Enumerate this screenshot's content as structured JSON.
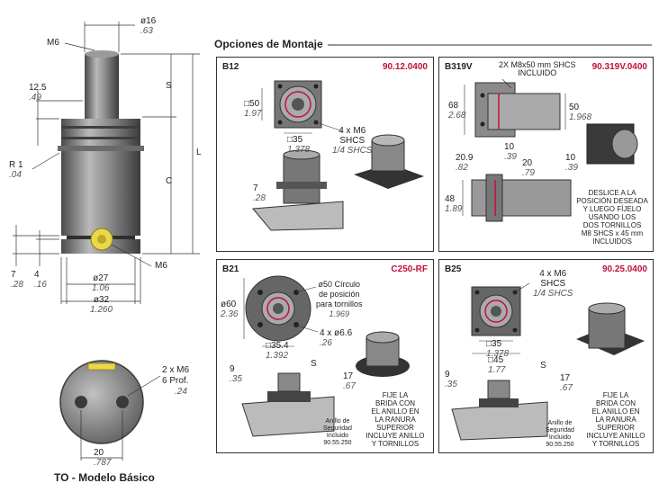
{
  "section_title": "Opciones de Montaje",
  "caption": "TO - Modelo Básico",
  "main": {
    "top_dia": {
      "mm": "ø16",
      "in": ".63"
    },
    "thread_top": "M6",
    "dim_12_5": {
      "mm": "12.5",
      "in": ".49"
    },
    "letter_s": "S",
    "letter_c": "C",
    "letter_l": "L",
    "radius": {
      "mm": "R 1",
      "in": ".04"
    },
    "port": "M6",
    "dim_7": {
      "mm": "7",
      "in": ".28"
    },
    "dim_4": {
      "mm": "4",
      "in": ".16"
    },
    "dia_27": {
      "mm": "ø27",
      "in": "1.06"
    },
    "dia_32": {
      "mm": "ø32",
      "in": "1.260"
    }
  },
  "bottom_view": {
    "thread": "2 x M6",
    "depth": "6 Prof.",
    "depth_in": ".24",
    "dim_20": {
      "mm": "20",
      "in": ".787"
    }
  },
  "panels": {
    "b12": {
      "title": "B12",
      "code": "90.12.0400",
      "d50": {
        "mm": "□50",
        "in": "1.97"
      },
      "d35": {
        "mm": "□35",
        "in": "1.378"
      },
      "screws": "4 x M6",
      "screws2": "SHCS",
      "screws_in": "1/4 SHCS",
      "d7": {
        "mm": "7",
        "in": ".28"
      }
    },
    "b319v": {
      "title": "B319V",
      "code": "90.319V.0400",
      "screw": "2X M8x50 mm SHCS",
      "screw2": "INCLUIDO",
      "d68": {
        "mm": "68",
        "in": "2.68"
      },
      "d50": {
        "mm": "50",
        "in": "1.968"
      },
      "d10a": {
        "mm": "10",
        "in": ".39"
      },
      "d20_9": {
        "mm": "20.9",
        "in": ".82"
      },
      "d20": {
        "mm": "20",
        "in": ".79"
      },
      "d10b": {
        "mm": "10",
        "in": ".39"
      },
      "d48": {
        "mm": "48",
        "in": "1.89"
      },
      "note": [
        "DESLICE A LA",
        "POSICIÓN DESEADA",
        "Y LUEGO FÍJELO",
        "USANDO LOS",
        "DOS TORNILLOS",
        "M8 SHCS x 45 mm",
        "INCLUIDOS"
      ]
    },
    "b21": {
      "title": "B21",
      "code": "C250-RF",
      "d60": {
        "mm": "ø60",
        "in": "2.36"
      },
      "circle": [
        "ø50 Círculo",
        "de posición",
        "para tornillos"
      ],
      "circle_in": "1.969",
      "holes": {
        "mm": "4 x ø6.6",
        "in": ".26"
      },
      "d35_4": {
        "mm": "□35.4",
        "in": "1.392"
      },
      "d9": {
        "mm": "9",
        "in": ".35"
      },
      "s": "S",
      "d17": {
        "mm": "17",
        "in": ".67"
      },
      "ring": [
        "Anillo de",
        "Seguridad",
        "Incluido",
        "90.55.250"
      ],
      "note": [
        "FIJE LA",
        "BRIDA CON",
        "EL ANILLO EN",
        "LA RANURA",
        "SUPERIOR",
        "INCLUYE ANILLO",
        "Y TORNILLOS"
      ]
    },
    "b25": {
      "title": "B25",
      "code": "90.25.0400",
      "screws": "4 x M6",
      "screws2": "SHCS",
      "screws_in": "1/4 SHCS",
      "d35": {
        "mm": "□35",
        "in": "1.378"
      },
      "d45": {
        "mm": "□45",
        "in": "1.77"
      },
      "d9": {
        "mm": "9",
        "in": ".35"
      },
      "s": "S",
      "d17": {
        "mm": "17",
        "in": ".67"
      },
      "ring": [
        "Anillo de",
        "Seguridad",
        "Incluido",
        "90.55.250"
      ],
      "note": [
        "FIJE LA",
        "BRIDA CON",
        "EL ANILLO EN",
        "LA RANURA",
        "SUPERIOR",
        "INCLUYE ANILLO",
        "Y TORNILLOS"
      ]
    }
  },
  "colors": {
    "accent": "#c0113a",
    "metal": "#8a8a8a",
    "dark": "#3a3a3a",
    "yellow": "#e8d84a"
  }
}
